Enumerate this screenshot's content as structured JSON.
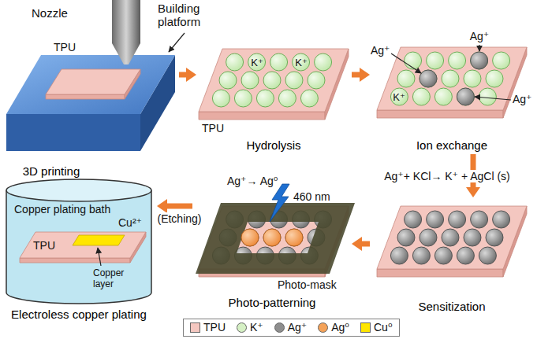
{
  "diagram": {
    "nodes": [
      {
        "text": [
          "3D printing"
        ]
      },
      {
        "text": [
          "Hydrolysis"
        ]
      },
      {
        "text": [
          "Ion exchange"
        ]
      },
      {
        "text": [
          "Sensitization"
        ]
      },
      {
        "text": [
          "Photo-patterning"
        ]
      },
      {
        "text": [
          "Electroless copper plating"
        ]
      }
    ],
    "edges": [
      {
        "from": 0,
        "to": 1,
        "arrow": "to"
      },
      {
        "from": 1,
        "to": 2,
        "arrow": "to"
      },
      {
        "from": 2,
        "to": 3,
        "label": "Ag⁺+ KCl→ K⁺ + AgCl (s)",
        "arrow": "to"
      },
      {
        "from": 3,
        "to": 4,
        "arrow": "to"
      },
      {
        "from": 4,
        "to": 5,
        "label": "(Etching)",
        "arrow": "to"
      }
    ],
    "labels": [
      "Nozzle",
      "Building platform",
      "TPU",
      "K⁺",
      "K⁺",
      "TPU",
      "Ag⁺",
      "Ag⁺",
      "K⁺",
      "Ag⁺",
      "Ag⁺→ Ag⁰",
      "460 nm",
      "Photo-mask",
      "Copper plating bath",
      "Cu²⁺",
      "TPU",
      "Copper layer"
    ],
    "legend": [
      {
        "text": "TPU",
        "color": "#f4c7c0"
      },
      {
        "text": "K⁺",
        "color": "#d5f0c4"
      },
      {
        "text": "Ag⁺",
        "color": "#8e8e8e"
      },
      {
        "text": "Ag⁰",
        "color": "#f4a259"
      },
      {
        "text": "Cu⁰",
        "color": "#ffe600"
      }
    ]
  }
}
